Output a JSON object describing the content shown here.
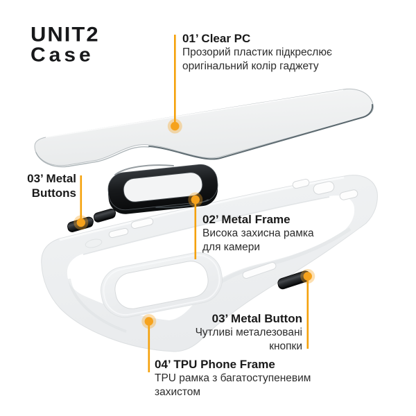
{
  "brand": {
    "line1": "UNIT2",
    "line2": "Case"
  },
  "theme": {
    "accent": "#F5A10A",
    "accent_core": "#F6A21C",
    "accent_halo": "rgba(246,166,40,0.36)",
    "metal_dark": "#1b1e21",
    "case_gray": "#edeff1",
    "plate_gray": "#eff0f1",
    "text_dark": "#191919"
  },
  "callouts": {
    "clear_pc": {
      "title": "01’ Clear PC",
      "lines": [
        "Прозорий пластик підкреслює",
        "оригінальний колір гаджету"
      ]
    },
    "metal_buttons": {
      "title_line1": "03’ Metal",
      "title_line2": "Buttons"
    },
    "metal_frame": {
      "title": "02’ Metal Frame",
      "lines": [
        "Висока захисна рамка",
        "для камери"
      ]
    },
    "metal_button": {
      "title": "03’ Metal Button",
      "lines": [
        "Чутливі металезовані",
        "кнопки"
      ]
    },
    "tpu_frame": {
      "title": "04’ TPU Phone Frame",
      "lines": [
        "TPU рамка з багатоступеневим",
        "захистом"
      ]
    }
  },
  "parts": {
    "plate": "clear-pc-plate",
    "camera_ring": "metal-camera-ring",
    "left_buttons": "metal-buttons-left",
    "right_button": "metal-button-right",
    "case_frame": "tpu-phone-frame"
  }
}
